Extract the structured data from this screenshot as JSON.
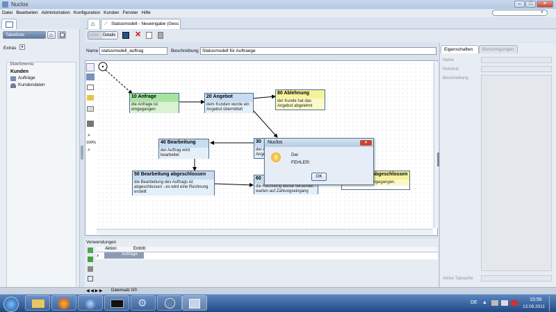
{
  "window": {
    "title": "Nuclos"
  },
  "menubar": {
    "items": [
      "Datei",
      "Bearbeiten",
      "Administration",
      "Konfiguration",
      "Kunden",
      "Fenster",
      "Hilfe"
    ]
  },
  "left": {
    "tabelliste_label": "Tabelliste",
    "extras_label": "Extras",
    "startmenu_title": "Startmenü",
    "group": "Kunden",
    "items": [
      "Aufträge",
      "Kundendaten"
    ]
  },
  "document_tab": {
    "label": "Statusmodell - Neueingabe (Gesc"
  },
  "toolbar": {
    "liste_label": "Liste",
    "details_label": "Details"
  },
  "form": {
    "name_label": "Name",
    "name_value": "statusmodell_auftrag",
    "beschreibung_label": "Beschreibung",
    "beschreibung_value": "Statusmodell für Auftraege"
  },
  "zoom_label": "100%",
  "nodes": {
    "n10": {
      "title": "10 Anfrage",
      "text": "die Anfrage ist\neingegangen"
    },
    "n20": {
      "title": "20 Angebot",
      "text": "dem Kunden wurde ein\nAngebot übermittelt"
    },
    "n80": {
      "title": "80 Ablehnung",
      "text": "der Kunde hat das\nAngebot abgelehnt"
    },
    "n40": {
      "title": "40 Bearbeitung",
      "text": "der Auftrag wird\nbearbeitet"
    },
    "n30": {
      "title": "30",
      "text": "der A\nAnge"
    },
    "n50": {
      "title": "50 Bearbeitung abgeschlossen",
      "text": "die Bearbeitung des Auftrags ist\nabgeschlossen - es wird eine Rechnung\nerstellt"
    },
    "n60": {
      "title": "60",
      "text": "die Rechnung wurde versendet -\nwarten auf Zahlungseingang"
    },
    "n90": {
      "title": "abgeschlossen",
      "text": "ingegangen."
    }
  },
  "dialog": {
    "title": "Nuclos",
    "line1": "Der",
    "line2": "FEHLER:",
    "ok": "OK"
  },
  "right": {
    "tab1": "Eigenschaften",
    "tab2": "Berechtigungen",
    "labels": [
      "Name",
      "Numeral",
      "Beschreibung"
    ],
    "aktive_label": "Aktive Tabsache"
  },
  "bottom": {
    "title": "Verwendungen",
    "col1": "Aktion",
    "col2": "Enttritt",
    "row_value": "Aufträge"
  },
  "statusbar": {
    "text": "Datensatz 0/0"
  },
  "taskbar": {
    "lang": "DE",
    "time": "15:56",
    "date": "13.09.2011"
  }
}
